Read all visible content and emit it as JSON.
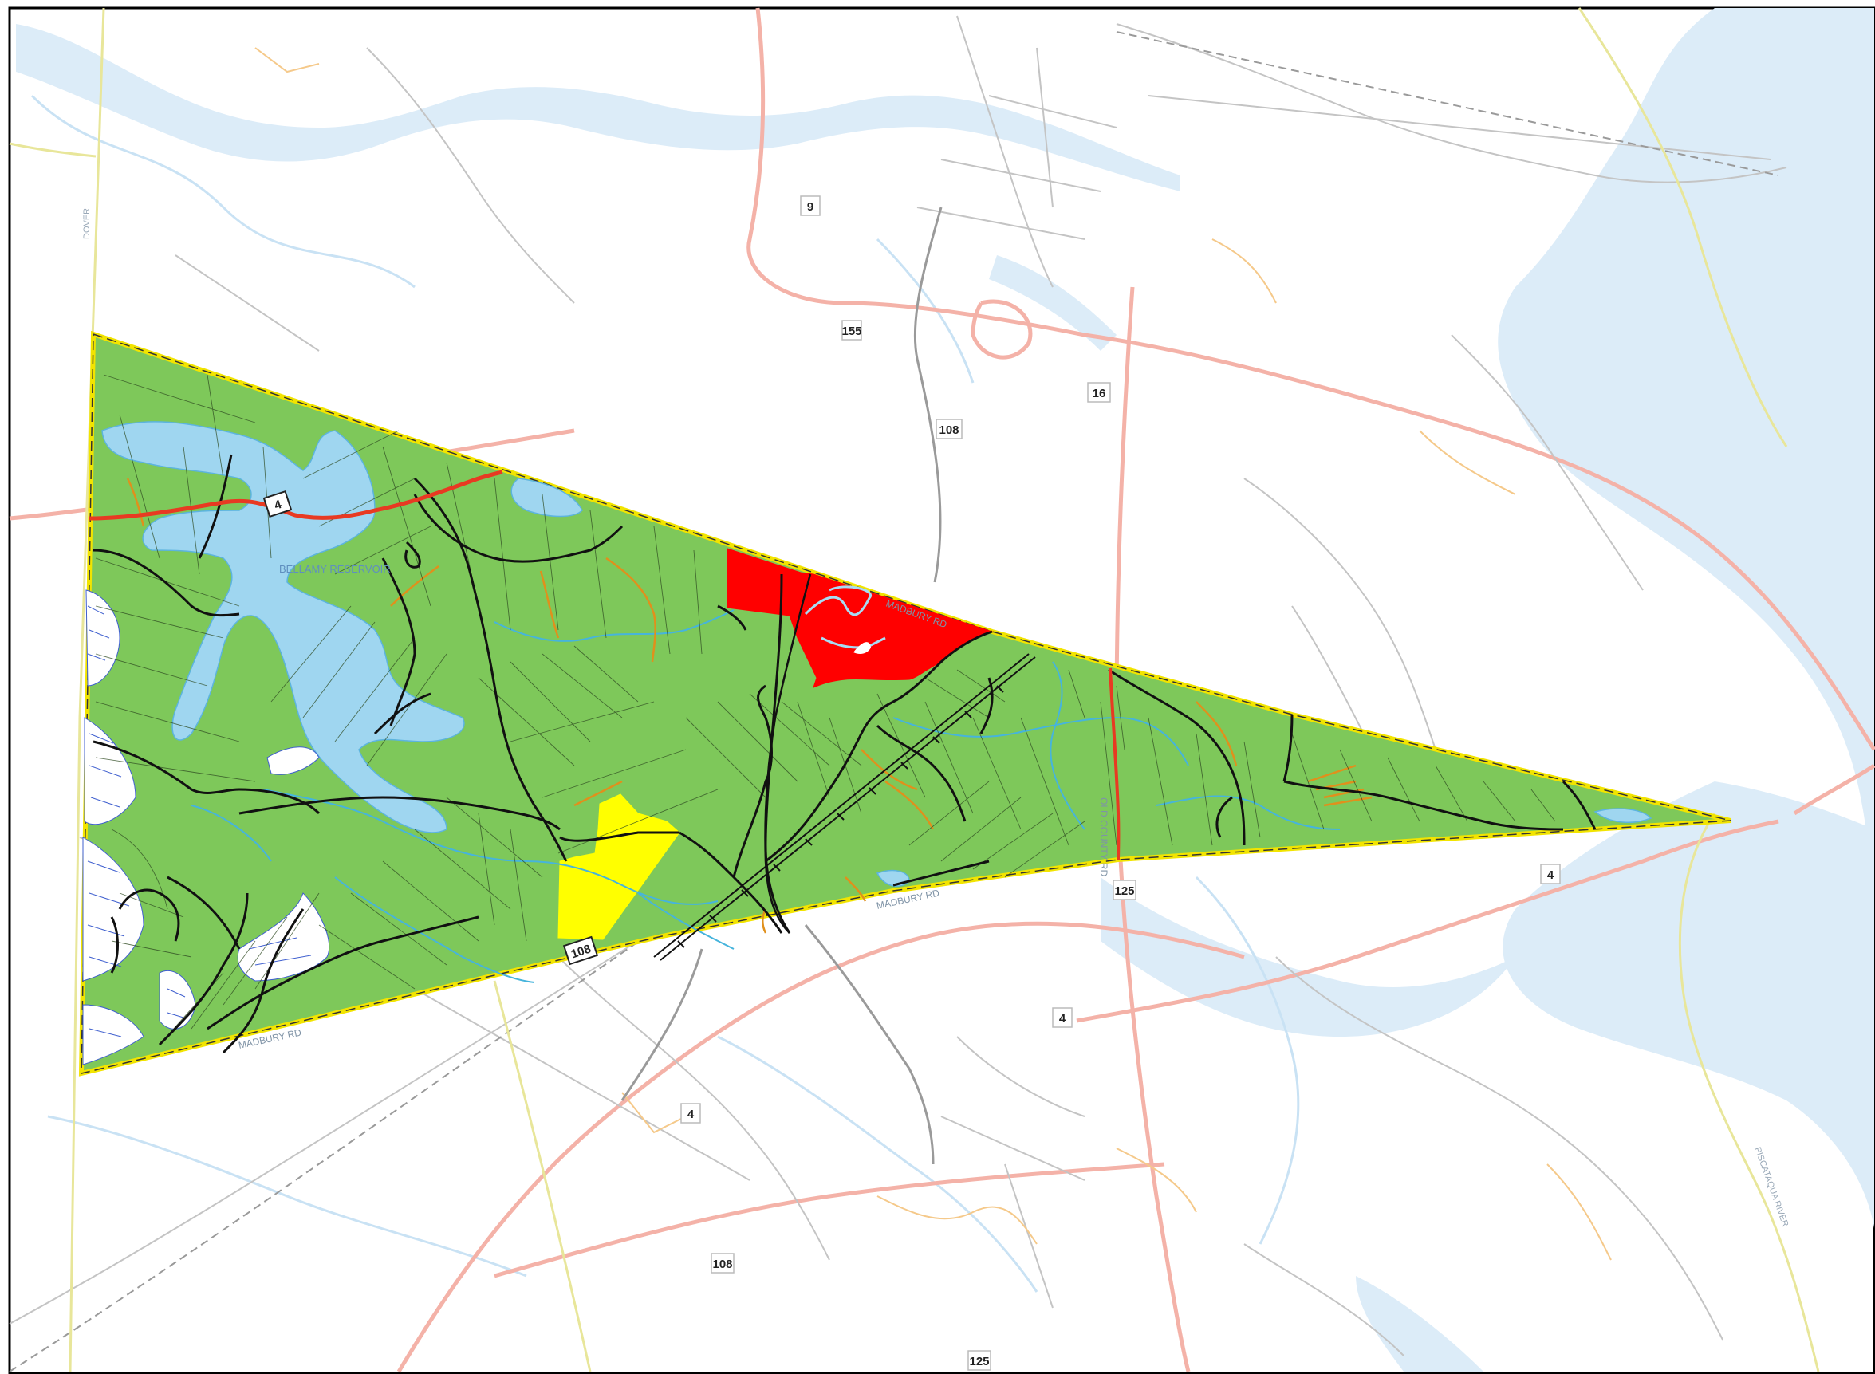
{
  "map": {
    "colors": {
      "study_area_fill": "#7ec85a",
      "study_area_border": "#f2e400",
      "parcel_red": "#ff0000",
      "parcel_yellow": "#ffff00",
      "water": "#9fd6f0",
      "faint_water": "#dcecf8",
      "faint_roads": "#f4b2a8",
      "town_roads": "#b8b8b8",
      "local_roads": "#111111",
      "streams": "#46b4dc",
      "trails": "#e0901c"
    },
    "route_shields": {
      "route_4_west": "4",
      "route_4_south": "4",
      "route_4_east": "4",
      "route_4_far_south": "4",
      "route_108_north": "108",
      "route_108_main": "108",
      "route_108_south": "108",
      "route_16": "16",
      "route_125_a": "125",
      "route_125_b": "125",
      "route_9": "9",
      "route_155": "155"
    },
    "labels": {
      "reservoir": "BELLAMY RESERVOIR",
      "road_south_west": "MADBURY RD",
      "road_south": "MADBURY RD",
      "road_north": "MADBURY RD",
      "road_county": "OLD COUNTY RD",
      "river_east": "PISCATAQUA RIVER",
      "road_west": "DOVER"
    }
  }
}
